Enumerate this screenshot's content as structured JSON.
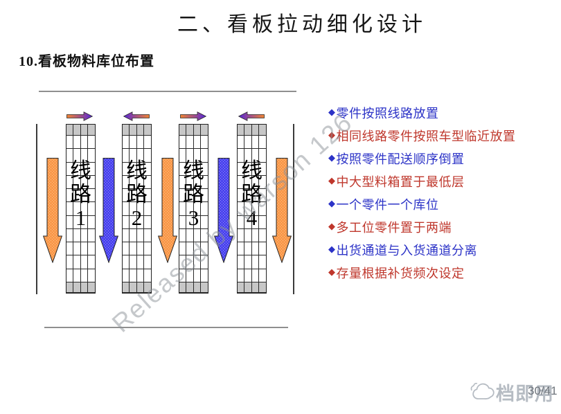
{
  "title": "二、看板拉动细化设计",
  "subtitle": "10.看板物料库位布置",
  "diagram": {
    "racks": [
      {
        "label": "线路1"
      },
      {
        "label": "线路2"
      },
      {
        "label": "线路3"
      },
      {
        "label": "线路4"
      }
    ],
    "top_arrows": [
      "right",
      "left",
      "right",
      "left"
    ],
    "aisle_arrows": [
      "orange",
      "blue",
      "orange",
      "blue",
      "orange"
    ]
  },
  "bullet_glyph": "◆",
  "notes": [
    {
      "text": "零件按照线路放置",
      "color": "blue"
    },
    {
      "text": "相同线路零件按照车型临近放置",
      "color": "red"
    },
    {
      "text": "按照零件配送顺序倒置",
      "color": "blue"
    },
    {
      "text": "中大型料箱置于最低层",
      "color": "red"
    },
    {
      "text": "一个零件一个库位",
      "color": "blue"
    },
    {
      "text": "多工位零件置于两端",
      "color": "red"
    },
    {
      "text": "出货通道与入货通道分离",
      "color": "blue"
    },
    {
      "text": "存量根据补货频次设定",
      "color": "red"
    }
  ],
  "watermark": {
    "diagonal": "Released by warson 126",
    "brand": "档即用"
  },
  "footer": {
    "page_number": "30/41"
  },
  "colors": {
    "blue_text": "#2c33c7",
    "red_text": "#bf372c",
    "orange_arrow": "#f9984a",
    "orange_arrow_dot": "#fcc28a",
    "blue_arrow": "#4a43ee",
    "blue_arrow_dot": "#9b97f7",
    "gradient_tail": "#ee8434",
    "gradient_head": "#5326d9"
  }
}
